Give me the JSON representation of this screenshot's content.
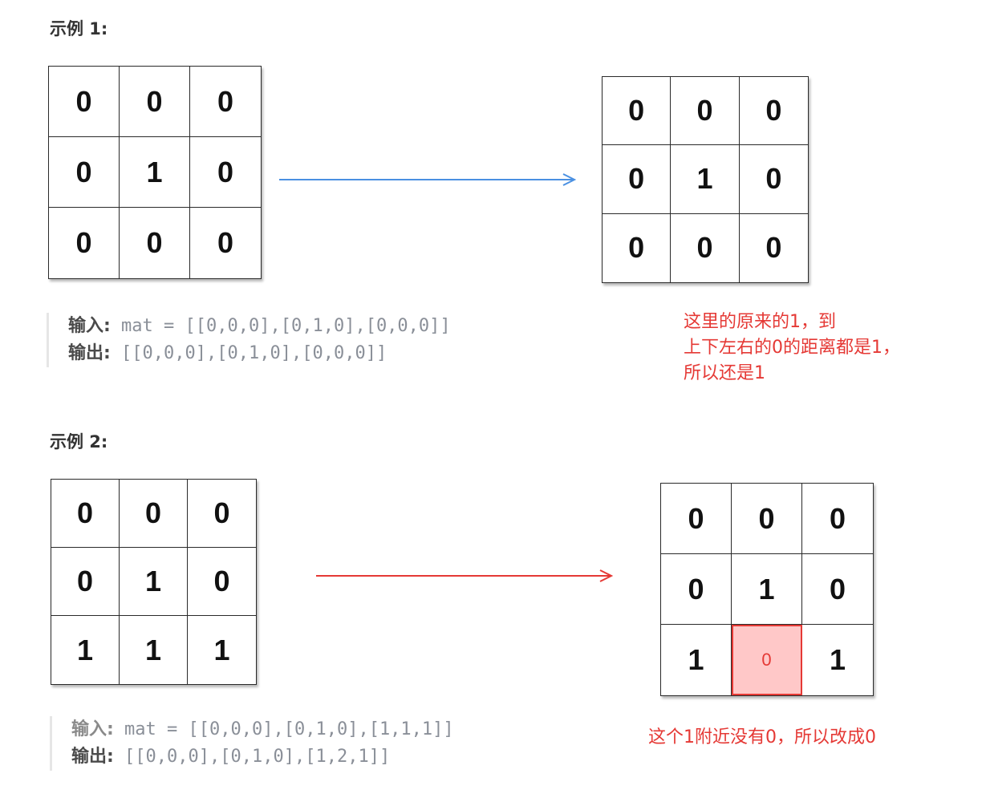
{
  "example1": {
    "heading": "示例 1:",
    "input_grid": [
      [
        "0",
        "0",
        "0"
      ],
      [
        "0",
        "1",
        "0"
      ],
      [
        "0",
        "0",
        "0"
      ]
    ],
    "output_grid": [
      [
        "0",
        "0",
        "0"
      ],
      [
        "0",
        "1",
        "0"
      ],
      [
        "0",
        "0",
        "0"
      ]
    ],
    "arrow_color": "#4a90e2",
    "input_label": "输入:",
    "input_value": " mat = [[0,0,0],[0,1,0],[0,0,0]]",
    "output_label": "输出:",
    "output_value": " [[0,0,0],[0,1,0],[0,0,0]]",
    "note_lines": [
      "这里的原来的1，到",
      "上下左右的0的距离都是1，",
      "所以还是1"
    ]
  },
  "example2": {
    "heading": "示例 2:",
    "input_grid": [
      [
        "0",
        "0",
        "0"
      ],
      [
        "0",
        "1",
        "0"
      ],
      [
        "1",
        "1",
        "1"
      ]
    ],
    "output_grid": [
      [
        "0",
        "0",
        "0"
      ],
      [
        "0",
        "1",
        "0"
      ],
      [
        "1",
        "0",
        "1"
      ]
    ],
    "highlighted_cell": [
      2,
      1
    ],
    "arrow_color": "#e53935",
    "input_label": "输入:",
    "input_value": " mat = [[0,0,0],[0,1,0],[1,1,1]]",
    "output_label": "输出:",
    "output_value": " [[0,0,0],[0,1,0],[1,2,1]]",
    "note_lines": [
      "这个1附近没有0，所以改成0"
    ]
  },
  "colors": {
    "note": "#e53935",
    "highlight_fill": "#ffc8c8",
    "highlight_border": "#e53935"
  }
}
